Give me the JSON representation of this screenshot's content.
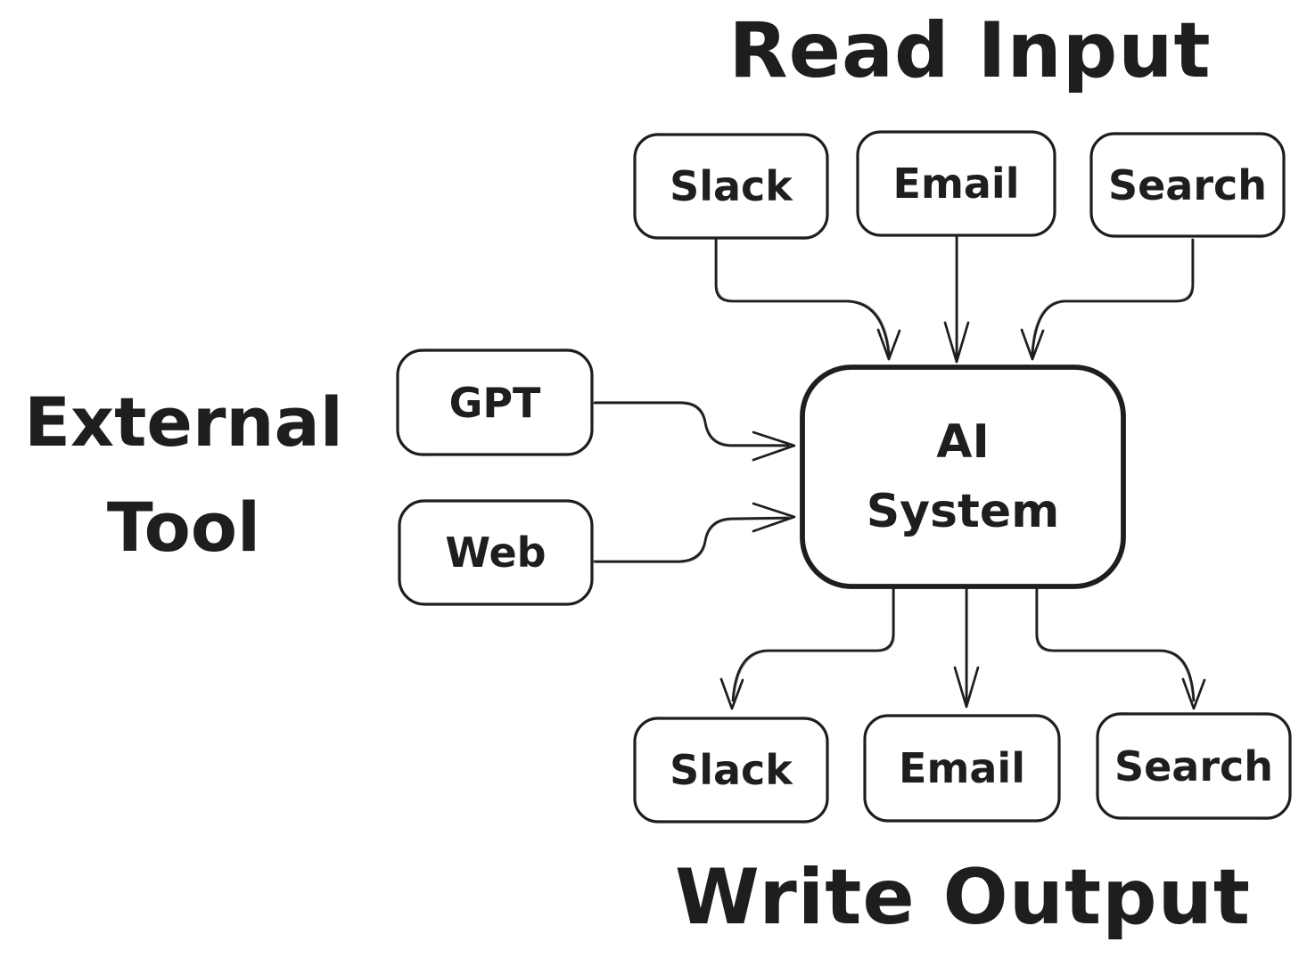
{
  "diagram": {
    "titles": {
      "top": "Read Input",
      "bottom": "Write Output",
      "left_line1": "External",
      "left_line2": "Tool"
    },
    "center_node": {
      "line1": "AI",
      "line2": "System"
    },
    "input_nodes": [
      {
        "label": "Slack"
      },
      {
        "label": "Email"
      },
      {
        "label": "Search"
      }
    ],
    "external_nodes": [
      {
        "label": "GPT"
      },
      {
        "label": "Web"
      }
    ],
    "output_nodes": [
      {
        "label": "Slack"
      },
      {
        "label": "Email"
      },
      {
        "label": "Search"
      }
    ],
    "colors": {
      "stroke": "#1e1e1e",
      "background": "#ffffff"
    }
  }
}
